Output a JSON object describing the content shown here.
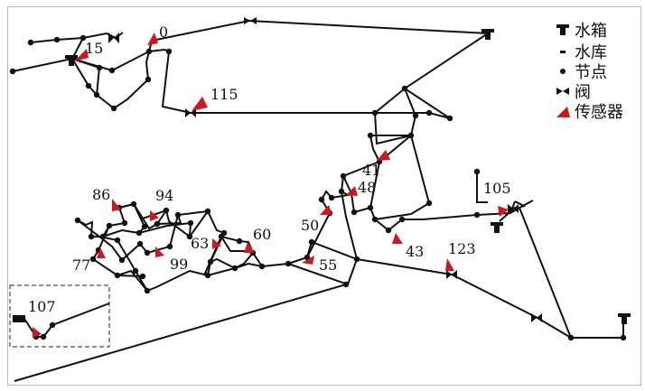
{
  "legend": {
    "items": [
      {
        "key": "tank",
        "label": "水箱"
      },
      {
        "key": "reservoir",
        "label": "水库"
      },
      {
        "key": "node",
        "label": "节点"
      },
      {
        "key": "valve",
        "label": "阀"
      },
      {
        "key": "sensor",
        "label": "传感器"
      }
    ]
  },
  "sensor_labels": {
    "s15": "15",
    "s0": "0",
    "s115": "115",
    "s41": "41",
    "s48": "48",
    "s50": "50",
    "s43": "43",
    "s105": "105",
    "s123": "123",
    "s86": "86",
    "s94": "94",
    "s63": "63",
    "s60": "60",
    "s77": "77",
    "s99": "99",
    "s55": "55",
    "s107": "107"
  },
  "colors": {
    "pipe": "#111111",
    "sensor": "#d0161e",
    "frame": "#b8b8b8"
  }
}
